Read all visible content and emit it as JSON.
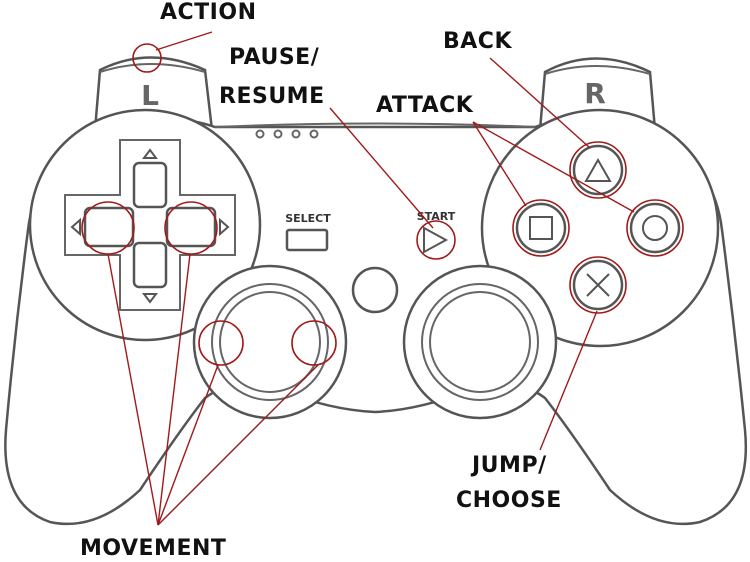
{
  "controller": {
    "l1_letter": "L",
    "r1_letter": "R",
    "select_label": "SELECT",
    "start_label": "START"
  },
  "callouts": {
    "action": "ACTION",
    "pause_resume": [
      "PAUSE/",
      "RESUME"
    ],
    "back": "BACK",
    "attack": "ATTACK",
    "jump_choose": [
      "JUMP/",
      "CHOOSE"
    ],
    "movement": "MOVEMENT"
  },
  "colors": {
    "outline": "#555555",
    "highlight": "#a01a1a",
    "text": "#111111"
  }
}
